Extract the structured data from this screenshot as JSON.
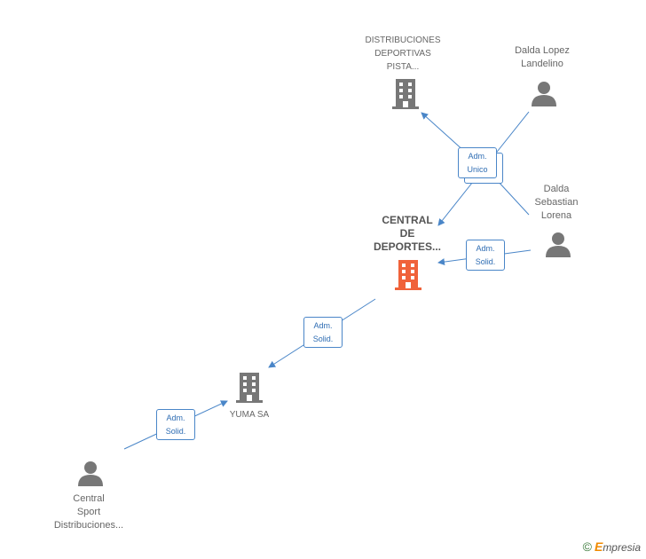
{
  "nodes": {
    "distribuciones": {
      "lines": [
        "DISTRIBUCIONES",
        "DEPORTIVAS",
        "PISTA..."
      ]
    },
    "dalda_lopez": {
      "lines": [
        "Dalda Lopez",
        "Landelino"
      ]
    },
    "dalda_sebastian": {
      "lines": [
        "Dalda",
        "Sebastian",
        "Lorena"
      ]
    },
    "central_deportes": {
      "lines": [
        "CENTRAL",
        "DE",
        "DEPORTES..."
      ]
    },
    "yuma": {
      "lines": [
        "YUMA SA"
      ]
    },
    "central_sport": {
      "lines": [
        "Central",
        "Sport",
        "Distribuciones..."
      ]
    }
  },
  "badges": {
    "adm_unico": [
      "Adm.",
      "Unico"
    ],
    "adm_solid_1": [
      "Adm.",
      "Solid."
    ],
    "adm_solid_2": [
      "Adm.",
      "Solid."
    ],
    "adm_solid_3": [
      "Adm.",
      "Solid."
    ]
  },
  "colors": {
    "edge": "#4a86c8",
    "company_icon": "#777777",
    "main_company_icon": "#f0623a",
    "person_icon": "#777777"
  },
  "footer": {
    "copyright": "©",
    "brand_first": "E",
    "brand_rest": "mpresia"
  }
}
